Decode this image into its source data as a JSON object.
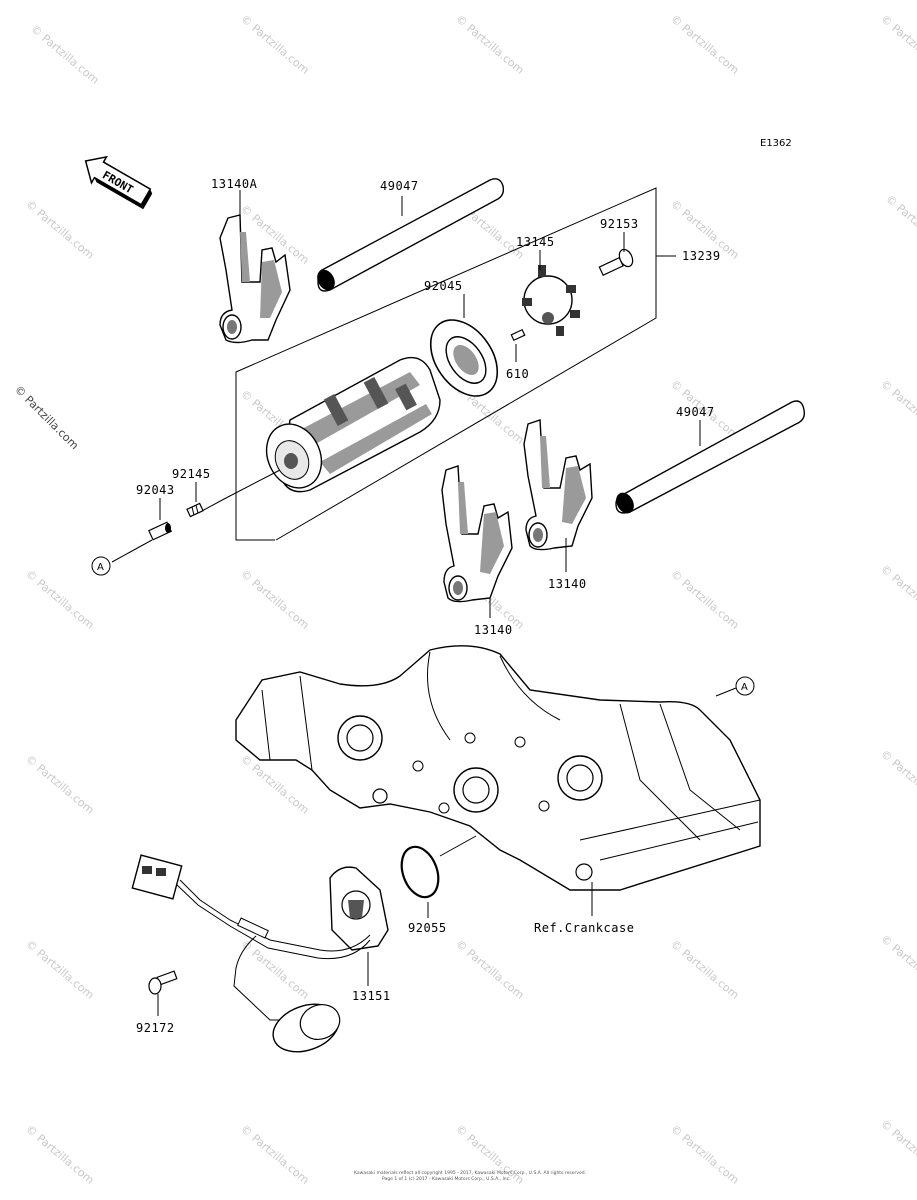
{
  "diagram": {
    "code": "E1362",
    "front_label": "FRONT",
    "side_watermark": "© Partzilla.com",
    "watermark": "© Partzilla.com",
    "footer_line1": "Kawasaki materials reflect all copyright 1995 - 2017, Kawasaki Motors Corp., U.S.A. All rights reserved.",
    "footer_line2": "Page 1 of 1 (c) 2017 - Kawasaki Motors Corp., U.S.A., Inc."
  },
  "callouts": {
    "p13140A": "13140A",
    "p49047_top": "49047",
    "p92153": "92153",
    "p13145": "13145",
    "p13239": "13239",
    "p92045": "92045",
    "p610": "610",
    "p49047_right": "49047",
    "p92145": "92145",
    "p92043": "92043",
    "p13140_right": "13140",
    "p13140_bottom": "13140",
    "ref_a_left": "A",
    "ref_a_right": "A",
    "p92055": "92055",
    "ref_crankcase": "Ref.Crankcase",
    "p13151": "13151",
    "p92172": "92172"
  }
}
